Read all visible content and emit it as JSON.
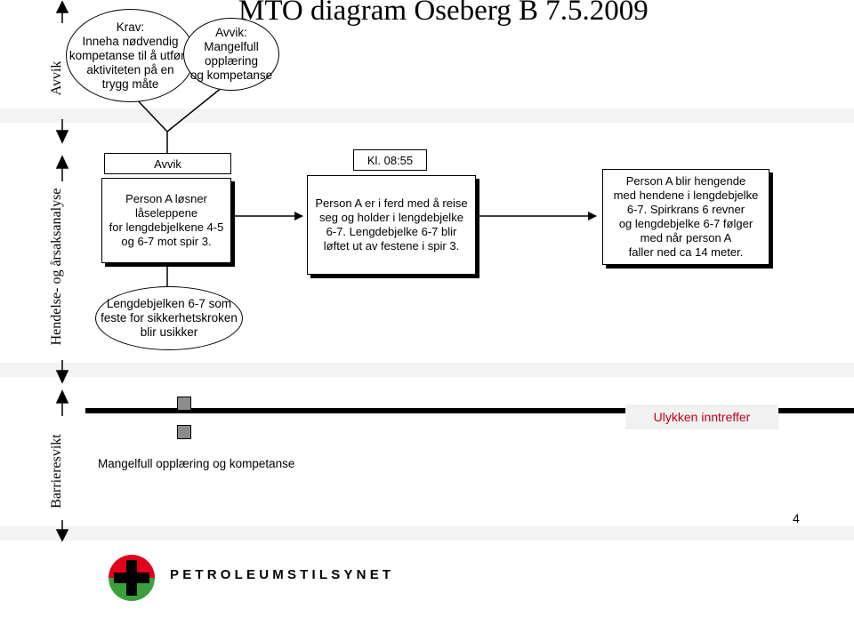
{
  "title": "MTO diagram Oseberg B 7.5.2009",
  "side_labels": {
    "avvik": "Avvik",
    "hendelse": "Hendelse- og årsaksanalyse",
    "barriere": "Barrieresvikt"
  },
  "ellipses": {
    "krav": [
      "Krav:",
      "Inneha nødvendig",
      "kompetanse til å utføre",
      "aktiviteten på en",
      "trygg måte"
    ],
    "avvik_opplaering": [
      "Avvik:",
      "Mangelfull",
      "opplæring",
      "og kompetanse"
    ],
    "lengdebjelken": [
      "Lengdebjelken 6-7 som",
      "feste  for sikkerhetskroken",
      "blir usikker"
    ]
  },
  "labels": {
    "avvik": "Avvik",
    "klokkeslett": "Kl. 08:55",
    "ulykken": "Ulykken inntreffer",
    "mangelfull": "Mangelfull opplæring og kompetanse",
    "page_number": "4",
    "logo_text": "PETROLEUMSTILSYNET"
  },
  "boxes": {
    "person_losner": [
      "Person A løsner",
      "låseleppene",
      "for lengdebjelkene 4-5",
      "og 6-7 mot spir 3."
    ],
    "person_ferd": [
      "Person A er i ferd med å reise",
      "seg og holder i lengdebjelke",
      "6-7. Lengdebjelke 6-7 blir",
      "løftet ut av festene i spir 3."
    ],
    "person_henger": [
      "Person A  blir hengende",
      "med hendene i lengdebjelke",
      "6-7. Spirkrans 6 revner",
      "og lengdebjelke 6-7 følger",
      "med når person A",
      "faller ned ca 14 meter."
    ]
  },
  "colors": {
    "accent_red": "#c0001a",
    "logo_red": "#e2001a",
    "logo_green": "#3aa03a",
    "barrier_gray": "#8c8c8c",
    "band_gray": "#f3f3f3"
  }
}
